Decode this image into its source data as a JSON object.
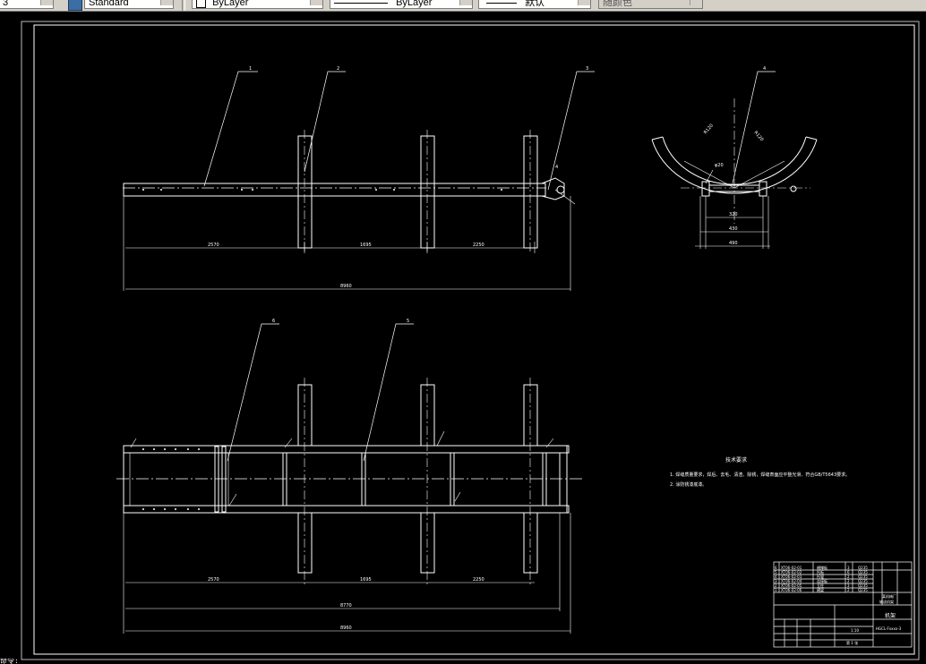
{
  "toolbar": {
    "text_style": "Standard",
    "layer_color": "ByLayer",
    "linetype": "ByLayer",
    "lineweight": "默认",
    "plot_style": "随颜色",
    "left_fragment": "3"
  },
  "drawing": {
    "balloons": [
      "1",
      "2",
      "3",
      "4",
      "5",
      "6"
    ],
    "dims_top": [
      "2570",
      "1695",
      "2250",
      "8960"
    ],
    "dims_bottom": [
      "2570",
      "1695",
      "2250",
      "8770",
      "8960"
    ],
    "dims_side": [
      "R120",
      "R120",
      "φ20",
      "320",
      "430",
      "490"
    ],
    "weld_mark": "4",
    "notes_title": "技术要求",
    "notes": [
      "1. 焊缝质量要求，焊后、去毛、清渣、除锈，焊缝表面应平整光滑、符合GB/T5643要求。",
      "2. 涂防锈漆底漆。"
    ]
  },
  "title_block": {
    "company": "某机械厂",
    "drawing_name": "输送机架",
    "part_name": "机架",
    "drawing_no": "HGCL-Fxxxx-3",
    "scale": "1:10",
    "sheet": "第 1 张",
    "rows": [
      {
        "no": "6",
        "code": "XT06-02-01",
        "name": "横撑板",
        "qty": "3",
        "mat": "Q235"
      },
      {
        "no": "5",
        "code": "XT06-02-02",
        "name": "托板",
        "qty": "6",
        "mat": "Q235"
      },
      {
        "no": "4",
        "code": "XT06-02-03",
        "name": "托辊",
        "qty": "2",
        "mat": "Q235"
      },
      {
        "no": "3",
        "code": "XT06-02-04",
        "name": "连接板",
        "qty": "2",
        "mat": "Q235"
      },
      {
        "no": "2",
        "code": "XT06-02-05",
        "name": "立柱",
        "qty": "3",
        "mat": "Q235"
      },
      {
        "no": "1",
        "code": "XT06-02-06",
        "name": "横梁",
        "qty": "2",
        "mat": "Q235"
      }
    ]
  },
  "command_line": "命令:",
  "colors": {
    "background": "#000000",
    "linework": "#ffffff",
    "toolbar": "#d4d0c8"
  }
}
